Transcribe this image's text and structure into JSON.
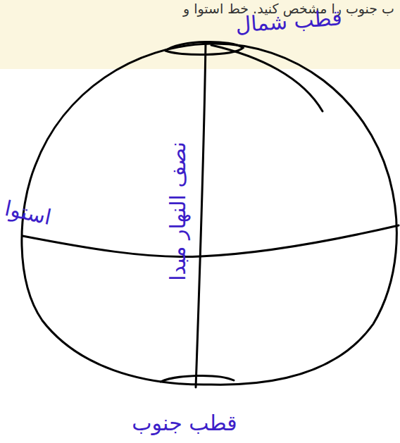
{
  "diagram": {
    "labels": [
      "ب جنوب را مشخص کنید. خط استوا و",
      "قطب شمال",
      "استوا",
      "نصف النهار مبدا",
      "قطب جنوب"
    ]
  }
}
